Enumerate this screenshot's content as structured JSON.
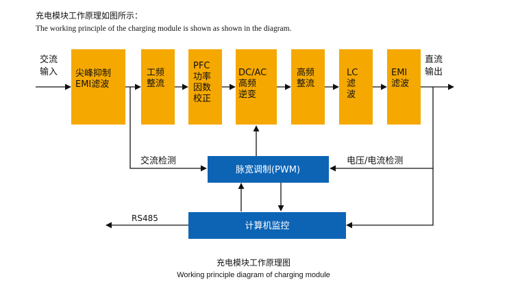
{
  "intro": {
    "zh": "充电模块工作原理如图所示：",
    "en": "The working principle of the charging module is shown as shown in the diagram."
  },
  "colors": {
    "stage_fill": "#f5a800",
    "control_fill": "#0d64b5",
    "line": "#111111"
  },
  "labels": {
    "input": [
      "交流",
      "输入"
    ],
    "output": [
      "直流",
      "输出"
    ],
    "ac_detect": "交流检测",
    "vi_detect": "电压/电流检测",
    "rs485": "RS485"
  },
  "stages": [
    {
      "id": "emi-suppress",
      "lines": [
        "尖峰抑制",
        "EMI滤波"
      ]
    },
    {
      "id": "rectify",
      "lines": [
        "工频",
        "整流"
      ]
    },
    {
      "id": "pfc",
      "lines": [
        "PFC",
        "功率",
        "因数",
        "校正"
      ]
    },
    {
      "id": "dcac",
      "lines": [
        "DC/AC",
        "高频",
        "逆变"
      ]
    },
    {
      "id": "hf-rectify",
      "lines": [
        "高频",
        "整流"
      ]
    },
    {
      "id": "lc",
      "lines": [
        "LC",
        "滤",
        "波"
      ]
    },
    {
      "id": "emi-out",
      "lines": [
        "EMI",
        "滤波"
      ]
    }
  ],
  "control": {
    "pwm": "脉宽调制(PWM)",
    "computer": "计算机监控"
  },
  "caption": {
    "zh": "充电模块工作原理图",
    "en": "Working principle diagram of charging module"
  }
}
